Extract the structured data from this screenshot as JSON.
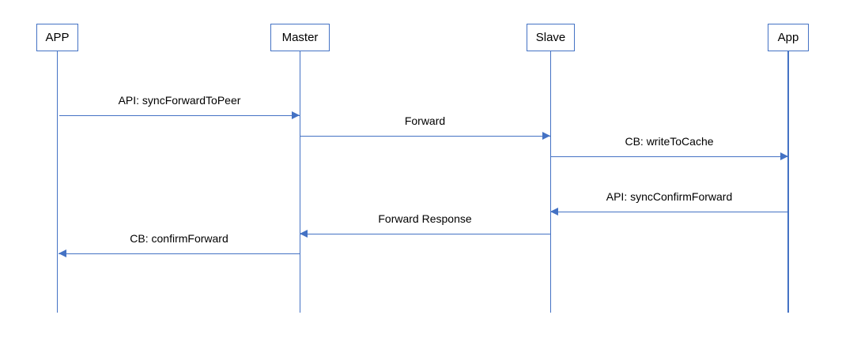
{
  "diagram": {
    "type": "sequence-diagram",
    "colors": {
      "line": "#4472C4",
      "text": "#000000",
      "background": "#FFFFFF"
    },
    "actors": [
      {
        "label": "APP"
      },
      {
        "label": "Master"
      },
      {
        "label": "Slave"
      },
      {
        "label": "App"
      }
    ],
    "messages": [
      {
        "label": "API: syncForwardToPeer",
        "from": "APP",
        "to": "Master",
        "direction": "right"
      },
      {
        "label": "Forward",
        "from": "Master",
        "to": "Slave",
        "direction": "right"
      },
      {
        "label": "CB: writeToCache",
        "from": "Slave",
        "to": "App",
        "direction": "right"
      },
      {
        "label": "API: syncConfirmForward",
        "from": "App",
        "to": "Slave",
        "direction": "left"
      },
      {
        "label": "Forward Response",
        "from": "Slave",
        "to": "Master",
        "direction": "left"
      },
      {
        "label": "CB: confirmForward",
        "from": "Master",
        "to": "APP",
        "direction": "left"
      }
    ]
  }
}
